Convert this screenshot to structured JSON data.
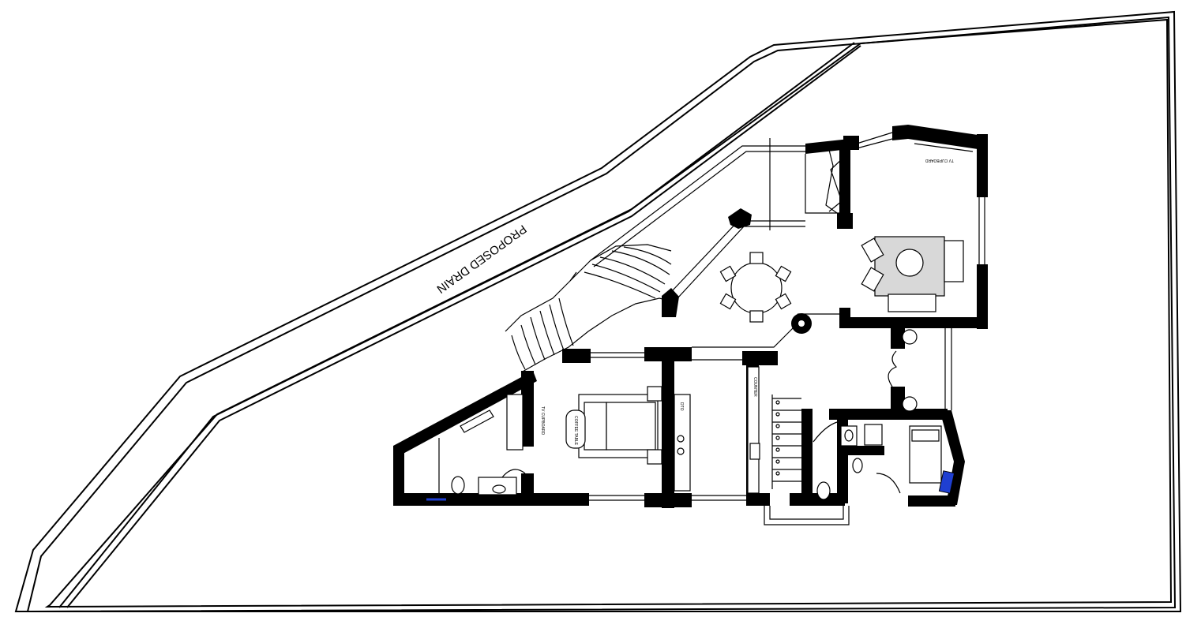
{
  "drawing": {
    "drain_label": "PROPOSED DRAIN",
    "room_labels": {
      "coffee_table": "COFFEE TABLE",
      "tv_cupboard_left": "TV CUPBOARD",
      "tv_cupboard_right": "TV CUPBOARD",
      "wardrobe": "DTO",
      "kitchen_counter": "COUNTER"
    },
    "colors": {
      "line": "#000000",
      "accent_blue": "#1f3fd1",
      "background": "#ffffff"
    }
  }
}
